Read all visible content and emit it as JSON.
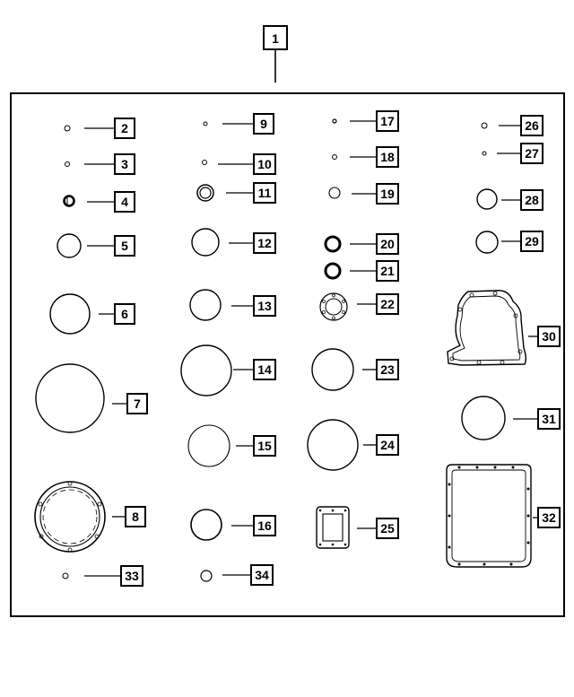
{
  "diagram": {
    "main_callout": "1",
    "parts": [
      {
        "id": "2",
        "kind": "small-oring"
      },
      {
        "id": "3",
        "kind": "small-oring"
      },
      {
        "id": "4",
        "kind": "thick-oring"
      },
      {
        "id": "5",
        "kind": "oring"
      },
      {
        "id": "6",
        "kind": "oring"
      },
      {
        "id": "7",
        "kind": "large-oring"
      },
      {
        "id": "8",
        "kind": "ring-gasket"
      },
      {
        "id": "9",
        "kind": "small-oring"
      },
      {
        "id": "10",
        "kind": "small-oring"
      },
      {
        "id": "11",
        "kind": "double-seal"
      },
      {
        "id": "12",
        "kind": "oring"
      },
      {
        "id": "13",
        "kind": "oring"
      },
      {
        "id": "14",
        "kind": "oring"
      },
      {
        "id": "15",
        "kind": "oring"
      },
      {
        "id": "16",
        "kind": "oring"
      },
      {
        "id": "17",
        "kind": "small-oring"
      },
      {
        "id": "18",
        "kind": "small-oring"
      },
      {
        "id": "19",
        "kind": "oring"
      },
      {
        "id": "20",
        "kind": "thick-oring"
      },
      {
        "id": "21",
        "kind": "thick-oring"
      },
      {
        "id": "22",
        "kind": "bolted-flange-gasket"
      },
      {
        "id": "23",
        "kind": "oring"
      },
      {
        "id": "24",
        "kind": "oring"
      },
      {
        "id": "25",
        "kind": "square-plate-gasket"
      },
      {
        "id": "26",
        "kind": "small-oring"
      },
      {
        "id": "27",
        "kind": "small-oring"
      },
      {
        "id": "28",
        "kind": "oring"
      },
      {
        "id": "29",
        "kind": "oring"
      },
      {
        "id": "30",
        "kind": "bell-housing-gasket"
      },
      {
        "id": "31",
        "kind": "oring"
      },
      {
        "id": "32",
        "kind": "oil-pan-gasket"
      },
      {
        "id": "33",
        "kind": "small-oring"
      },
      {
        "id": "34",
        "kind": "oring"
      }
    ]
  }
}
